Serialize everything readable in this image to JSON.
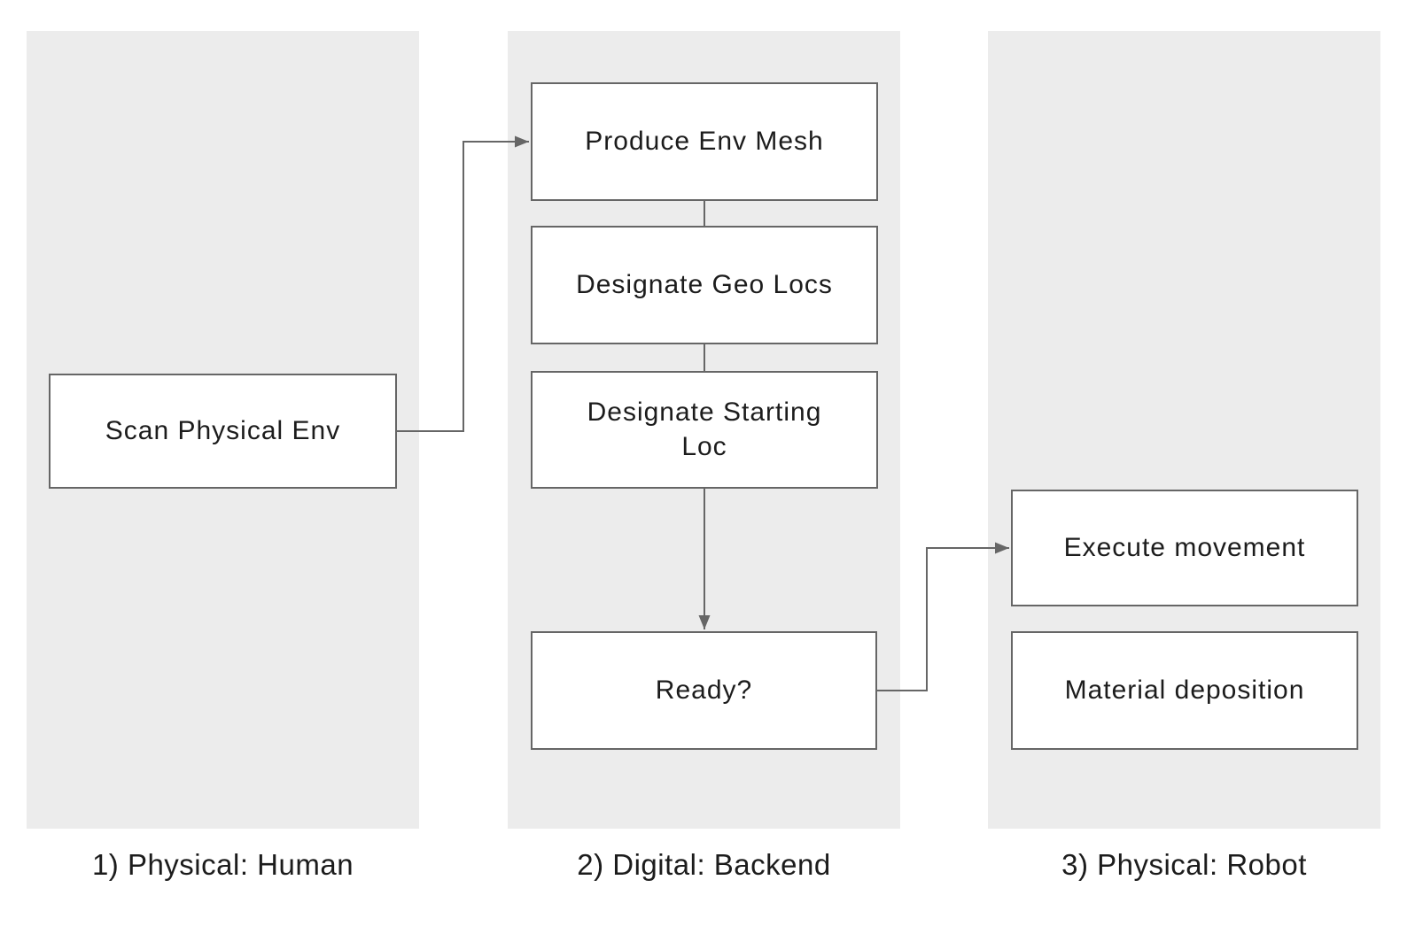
{
  "diagram": {
    "type": "flowchart-swimlanes",
    "lanes": [
      {
        "id": "human",
        "label": "1) Physical: Human"
      },
      {
        "id": "backend",
        "label": "2) Digital: Backend"
      },
      {
        "id": "robot",
        "label": "3) Physical: Robot"
      }
    ],
    "nodes": {
      "scan": {
        "label": "Scan Physical Env",
        "lane": "human"
      },
      "produce_mesh": {
        "label": "Produce Env Mesh",
        "lane": "backend"
      },
      "geo_locs": {
        "label": "Designate Geo Locs",
        "lane": "backend"
      },
      "starting_loc": {
        "label": "Designate Starting Loc",
        "lane": "backend"
      },
      "ready": {
        "label": "Ready?",
        "lane": "backend"
      },
      "execute_movement": {
        "label": "Execute movement",
        "lane": "robot"
      },
      "material_deposition": {
        "label": "Material deposition",
        "lane": "robot"
      }
    },
    "edges": [
      {
        "from": "scan",
        "to": "produce_mesh",
        "arrowhead": true
      },
      {
        "from": "produce_mesh",
        "to": "geo_locs",
        "arrowhead": false
      },
      {
        "from": "geo_locs",
        "to": "starting_loc",
        "arrowhead": false
      },
      {
        "from": "starting_loc",
        "to": "ready",
        "arrowhead": true
      },
      {
        "from": "ready",
        "to": "execute_movement",
        "arrowhead": true
      }
    ],
    "colors": {
      "lane_bg": "#ececec",
      "node_bg": "#ffffff",
      "node_border": "#666666",
      "connector": "#666666",
      "text_color": "#1c1c1c"
    }
  }
}
